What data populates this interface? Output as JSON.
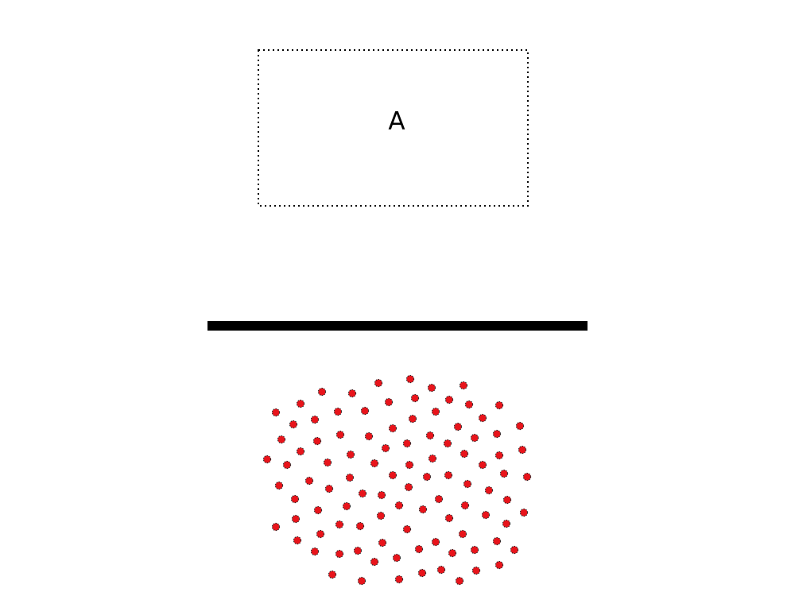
{
  "diagram": {
    "box": {
      "label": "A",
      "border_style": "dotted",
      "border_color": "#000000"
    },
    "barrier": {
      "color": "#000000"
    },
    "particles": {
      "fill_color": "#e8141b",
      "outline_color": "#2a2a2a",
      "count": 98
    }
  }
}
